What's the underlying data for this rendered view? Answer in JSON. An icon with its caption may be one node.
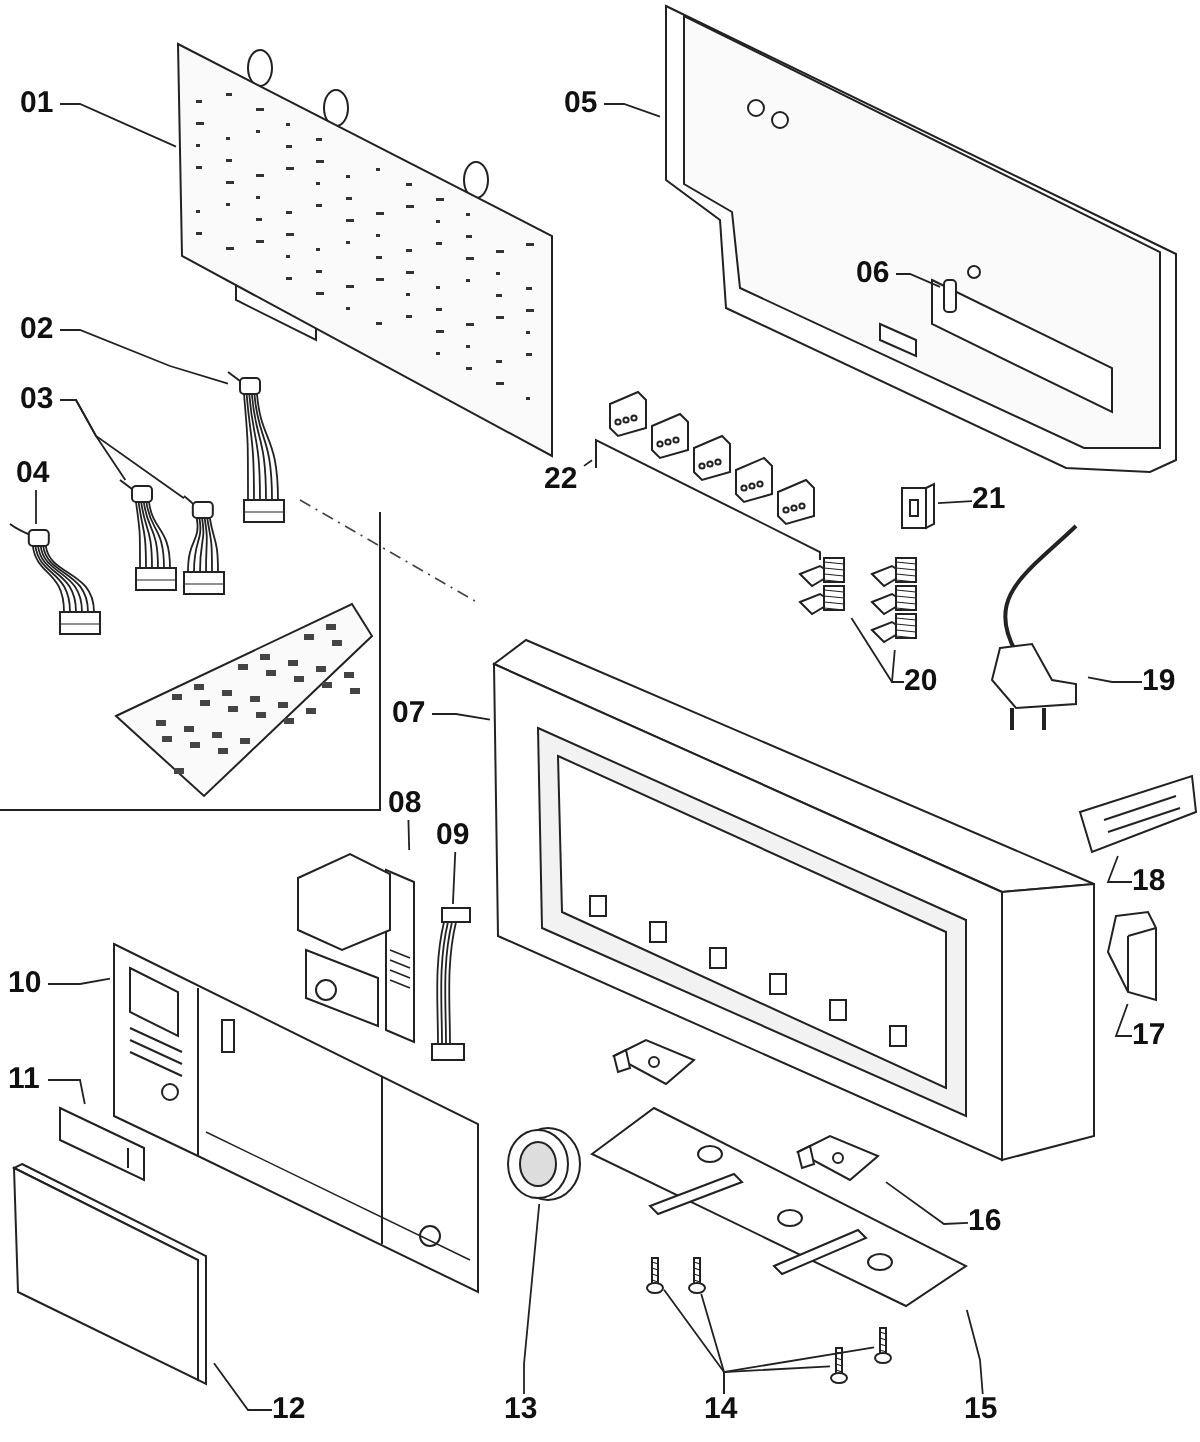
{
  "diagram": {
    "nodes": [
      {
        "text": [
          "01"
        ]
      },
      {
        "text": [
          "02"
        ]
      },
      {
        "text": [
          "03"
        ]
      },
      {
        "text": [
          "04"
        ]
      },
      {
        "text": [
          "05"
        ]
      },
      {
        "text": [
          "06"
        ],
        "in": 27
      },
      {
        "text": [
          "07"
        ]
      },
      {
        "text": [
          "08"
        ]
      },
      {
        "text": [
          "09"
        ]
      },
      {
        "text": [
          "10"
        ]
      },
      {
        "text": [
          "11"
        ]
      },
      {
        "text": [
          "12"
        ]
      },
      {
        "text": [
          "13"
        ]
      },
      {
        "text": [
          "14"
        ]
      },
      {
        "text": [
          "15"
        ]
      },
      {
        "text": [
          "16"
        ]
      },
      {
        "text": [
          "17"
        ]
      },
      {
        "text": [
          "18"
        ]
      },
      {
        "text": [
          "19"
        ]
      },
      {
        "text": [
          "20"
        ]
      },
      {
        "text": [
          "21"
        ]
      },
      {
        "text": [
          "22"
        ]
      },
      {
        "text": [],
        "shape": "picture"
      },
      {
        "text": [],
        "shape": "picture"
      },
      {
        "text": [],
        "shape": "picture"
      },
      {
        "text": [],
        "shape": "picture"
      },
      {
        "text": [],
        "shape": "picture"
      },
      {
        "text": [],
        "shape": "picture"
      },
      {
        "text": [],
        "shape": "picture",
        "in": 27
      },
      {
        "text": [],
        "shape": "picture"
      },
      {
        "text": [],
        "shape": "picture"
      },
      {
        "text": [],
        "shape": "picture"
      },
      {
        "text": [],
        "shape": "picture"
      },
      {
        "text": [],
        "shape": "picture"
      },
      {
        "text": [],
        "shape": "picture"
      },
      {
        "text": [],
        "shape": "picture"
      },
      {
        "text": [],
        "shape": "picture"
      },
      {
        "text": [],
        "shape": "picture"
      },
      {
        "text": [],
        "shape": "picture"
      },
      {
        "text": [],
        "shape": "picture"
      },
      {
        "text": [],
        "shape": "picture"
      },
      {
        "text": [],
        "shape": "picture"
      },
      {
        "text": [],
        "shape": "picture"
      },
      {
        "text": [],
        "shape": "picture"
      },
      {
        "text": [],
        "shape": "picture"
      },
      {
        "text": [],
        "shape": "picture"
      },
      {
        "text": [],
        "shape": "picture"
      },
      {
        "text": [],
        "shape": "picture"
      },
      {
        "text": [],
        "shape": "picture"
      }
    ],
    "edges": [
      {
        "from": 0,
        "to": 22,
        "arrow": "none"
      },
      {
        "from": 1,
        "to": 23,
        "arrow": "none"
      },
      {
        "from": 2,
        "to": 24,
        "arrow": "none"
      },
      {
        "from": 2,
        "to": 25,
        "arrow": "none"
      },
      {
        "from": 3,
        "to": 26,
        "arrow": "none"
      },
      {
        "from": 4,
        "to": 27,
        "arrow": "none"
      },
      {
        "from": 5,
        "to": 28,
        "arrow": "none"
      },
      {
        "from": 6,
        "to": 29,
        "arrow": "none"
      },
      {
        "from": 7,
        "to": 30,
        "arrow": "none"
      },
      {
        "from": 8,
        "to": 31,
        "arrow": "none"
      },
      {
        "from": 9,
        "to": 32,
        "arrow": "none"
      },
      {
        "from": 10,
        "to": 33,
        "arrow": "none"
      },
      {
        "from": 11,
        "to": 34,
        "arrow": "none"
      },
      {
        "from": 12,
        "to": 35,
        "arrow": "none"
      },
      {
        "from": 13,
        "to": 36,
        "arrow": "none"
      },
      {
        "from": 13,
        "to": 37,
        "arrow": "none"
      },
      {
        "from": 13,
        "to": 38,
        "arrow": "none"
      },
      {
        "from": 13,
        "to": 39,
        "arrow": "none"
      },
      {
        "from": 14,
        "to": 40,
        "arrow": "none"
      },
      {
        "from": 15,
        "to": 41,
        "arrow": "none"
      },
      {
        "from": 16,
        "to": 42,
        "arrow": "none"
      },
      {
        "from": 17,
        "to": 43,
        "arrow": "none"
      },
      {
        "from": 18,
        "to": 44,
        "arrow": "none"
      },
      {
        "from": 19,
        "to": 45,
        "arrow": "none"
      },
      {
        "from": 19,
        "to": 46,
        "arrow": "none"
      },
      {
        "from": 20,
        "to": 47,
        "arrow": "none"
      },
      {
        "from": 21,
        "to": 48,
        "arrow": "none"
      }
    ]
  }
}
